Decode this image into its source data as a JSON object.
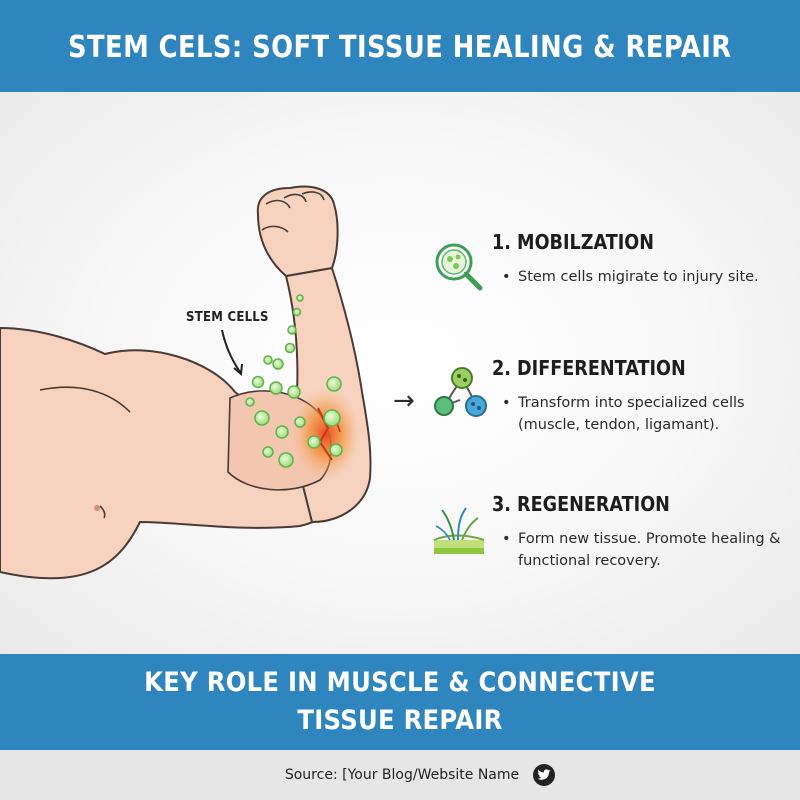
{
  "header": {
    "title": "STEM CELS: SOFT TISSUE HEALING & REPAIR"
  },
  "illustration": {
    "stem_cells_label": "STEM CELLS",
    "flow_arrow": "→"
  },
  "steps": [
    {
      "title": "1. MOBILZATION",
      "body": "Stem cells migirate to injury site.",
      "icon": "magnifier-cells-icon"
    },
    {
      "title": "2. DIFFERENTATION",
      "body": "Transform into specialized cells (muscle, tendon, ligamant).",
      "icon": "cell-network-icon"
    },
    {
      "title": "3. REGENERATION",
      "body": "Form new tissue. Promote healing & functional recovery.",
      "icon": "tissue-growth-icon"
    }
  ],
  "footer_banner": {
    "title": "KEY ROLE IN MUSCLE & CONNECTIVE TISSUE REPAIR"
  },
  "footer": {
    "source": "Source: [Your Blog/Website Name",
    "social_icon": "twitter-icon"
  },
  "colors": {
    "banner": "#2f86bf",
    "skin": "#f6d2bf",
    "cell_green": "#8cd46a",
    "injury": "#f07a2a"
  }
}
